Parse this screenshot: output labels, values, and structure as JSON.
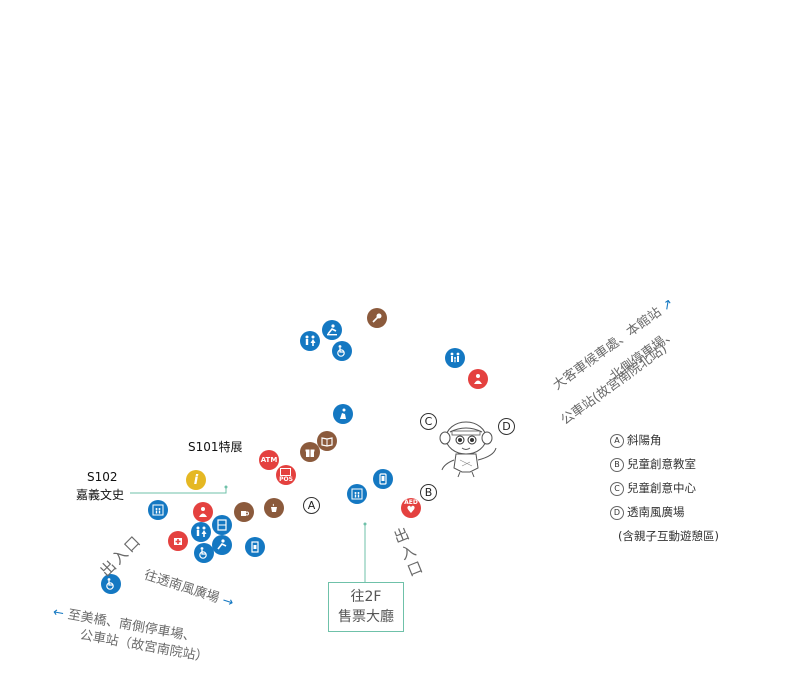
{
  "labels": {
    "s101": "S101特展",
    "s102_code": "S102",
    "s102_name": "嘉義文史",
    "exit_left": "出入口",
    "exit_center": "出入口",
    "to_square": "往透南風廣場",
    "to_square_arrow": "→",
    "bottom_left_arrow": "←",
    "bottom_left_line1": "至美橋、南側停車場、",
    "bottom_left_line2": "公車站（故宮南院站）",
    "top_right_line1": "大客車候車處、本館站",
    "top_right_arrow": "↗",
    "top_right_line2": "北側停車場、",
    "top_right_line3": "公車站(故宮南院北站)",
    "box_line1": "往2F",
    "box_line2": "售票大廳"
  },
  "markers": {
    "A": "A",
    "B": "B",
    "C": "C",
    "D": "D"
  },
  "legend": [
    {
      "letter": "A",
      "text": "斜陽角"
    },
    {
      "letter": "B",
      "text": "兒童創意教室"
    },
    {
      "letter": "C",
      "text": "兒童創意中心"
    },
    {
      "letter": "D",
      "text": "透南風廣場"
    }
  ],
  "legend_note": "(含親子互動遊憩區)",
  "icon_text": {
    "atm": "ATM",
    "aed": "AED",
    "info": "i",
    "wc": "WC",
    "pos": "POS"
  },
  "colors": {
    "blue": "#1478c2",
    "red": "#e4413f",
    "brown": "#8b5a3c",
    "yellow": "#e5b823",
    "green_line": "#6fc1a9"
  }
}
